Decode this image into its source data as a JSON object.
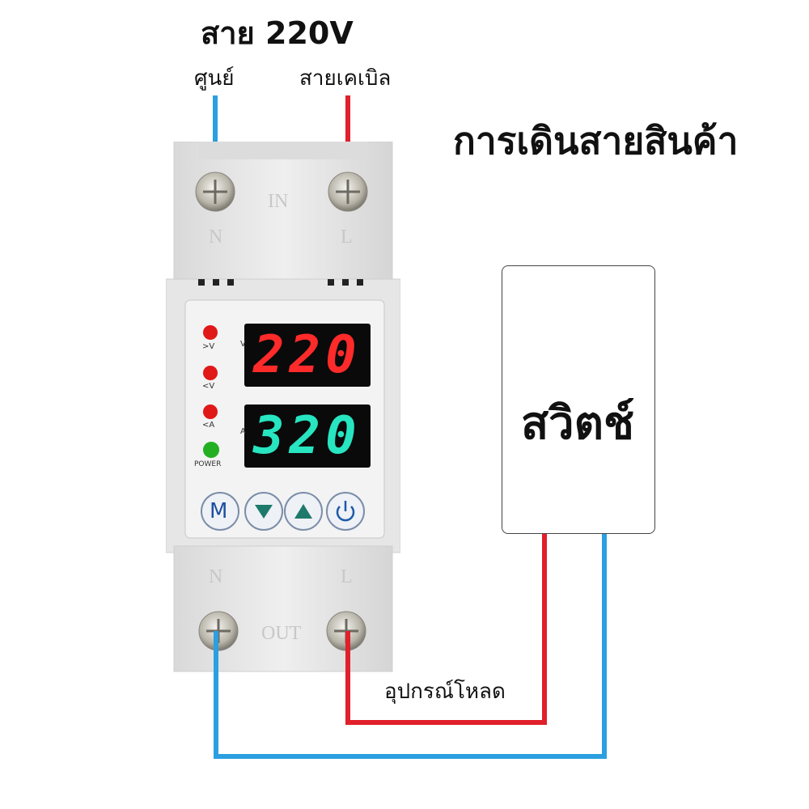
{
  "diagram": {
    "supply_title": "สาย 220V",
    "neutral_label": "ศูนย์",
    "live_label": "สายเคเบิล",
    "heading": "การเดินสายสินค้า",
    "switch_label": "สวิตช์",
    "load_label": "อุปกรณ์โหลด"
  },
  "device": {
    "in_label": "IN",
    "out_label": "OUT",
    "n_label": "N",
    "l_label": "L",
    "voltage_display": "220",
    "current_display": "320",
    "voltage_unit": "V",
    "current_unit": "A",
    "indicators": [
      {
        "label": ">V",
        "color": "#e01818"
      },
      {
        "label": "<V",
        "color": "#e01818"
      },
      {
        "label": "<A",
        "color": "#e01818"
      },
      {
        "label": "POWER",
        "color": "#22b022"
      }
    ],
    "buttons": [
      {
        "name": "mode-button",
        "glyph": "M"
      },
      {
        "name": "down-button",
        "glyph": "down-triangle-icon"
      },
      {
        "name": "up-button",
        "glyph": "up-triangle-icon"
      },
      {
        "name": "power-button",
        "glyph": "power-icon"
      }
    ]
  },
  "colors": {
    "neutral_wire": "#2b9fe0",
    "live_wire": "#e0202a",
    "voltage_digits": "#ff2a2a",
    "current_digits": "#27e5c0",
    "body": "#e8e8e8"
  }
}
